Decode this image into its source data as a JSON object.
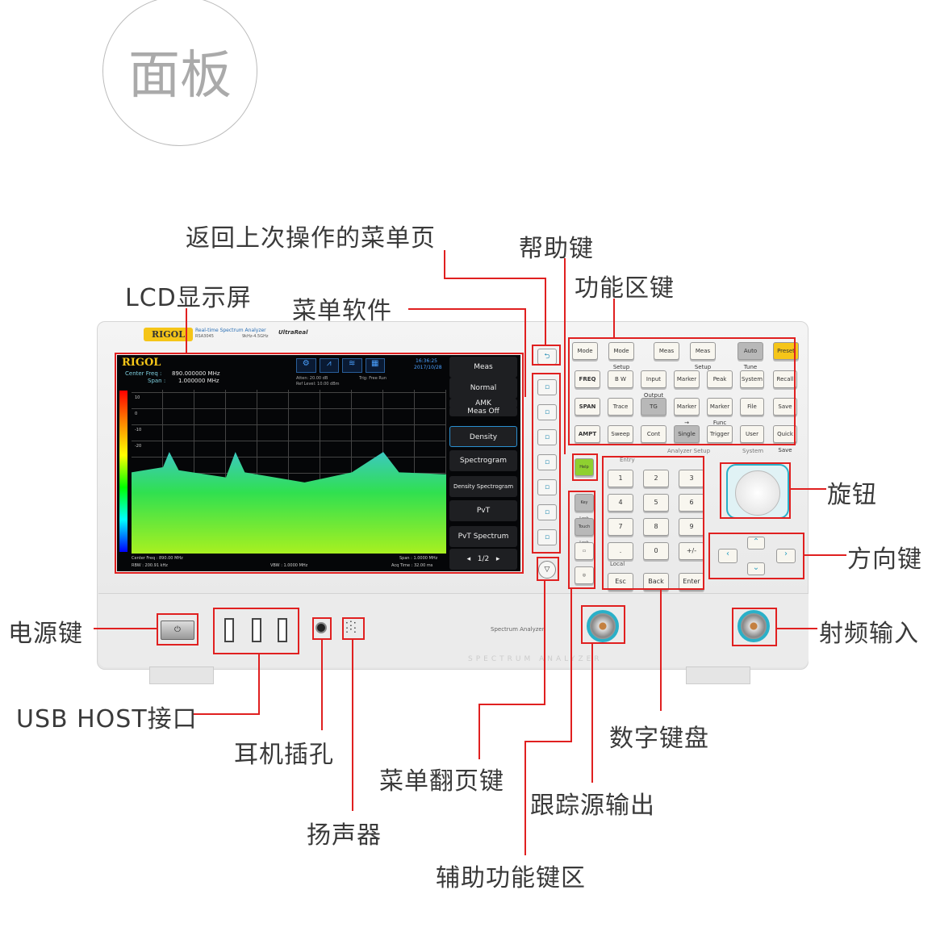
{
  "title": "面板",
  "callouts": {
    "back": "返回上次操作的菜单页",
    "help": "帮助键",
    "function": "功能区键",
    "lcd": "LCD显示屏",
    "softkeys": "菜单软件",
    "knob": "旋钮",
    "arrows": "方向键",
    "power": "电源键",
    "rf_in": "射频输入",
    "usb": "USB HOST接口",
    "headphone": "耳机插孔",
    "speaker": "扬声器",
    "page_keys": "菜单翻页键",
    "numpad": "数字键盘",
    "tg_out": "跟踪源输出",
    "aux": "辅助功能键区"
  },
  "instrument": {
    "brand": "RIGOL",
    "subtitle": "Real-time Spectrum Analyzer",
    "model": "RSA3045",
    "range": "9kHz-4.5GHz",
    "series": "UltraReal",
    "panel_text": "Spectrum Analyzer",
    "bottom_text": "SPECTRUM ANALYZER"
  },
  "screen": {
    "logo": "RIGOL",
    "center_freq_label": "Center Freq :",
    "center_freq": "890.000000 MHz",
    "span_label": "Span :",
    "span": "1.000000 MHz",
    "time": "16:36:25",
    "date": "2017/10/28",
    "atten": "Atten: 20.00 dB",
    "ref_level": "Ref Level: 10.00 dBm",
    "trig": "Trig: Free Run",
    "y_ticks": [
      "10",
      "0",
      "-10",
      "-20"
    ],
    "footer_left1": "Center Freq : 890.00 MHz",
    "footer_left2": "RBW : 200.91 kHz",
    "footer_mid": "VBW : 1.0000 MHz",
    "footer_right1": "Span : 1.0000 MHz",
    "footer_right2": "Acq Time : 32.00 ms",
    "softkeys": [
      "Meas",
      "Normal",
      "AMK",
      "Meas Off",
      "Density",
      "Spectrogram",
      "Density Spectrogram",
      "PvT",
      "PvT Spectrum"
    ],
    "page": "1/2"
  },
  "keys": {
    "top": [
      "Mode",
      "Mode Setup",
      "Meas",
      "Meas Setup",
      "Auto Tune",
      "Preset"
    ],
    "analyzer": [
      "FREQ",
      "B W",
      "Input Output",
      "Marker",
      "Peak",
      "SPAN",
      "Trace",
      "TG",
      "Marker →",
      "Marker Func",
      "AMPT",
      "Sweep",
      "Cont",
      "Single",
      "Trigger"
    ],
    "system": [
      "System",
      "Recall",
      "File",
      "Save",
      "User",
      "Quick Save"
    ],
    "analyzer_label": "Analyzer Setup",
    "system_label": "System",
    "entry_label": "Entry",
    "numpad": [
      "1",
      "2",
      "3",
      "4",
      "5",
      "6",
      "7",
      "8",
      "9",
      ".",
      "0",
      "+/-",
      "Esc",
      "Back",
      "Enter"
    ],
    "local_label": "Local",
    "aux": [
      "Help",
      "Key Lock",
      "Touch Lock",
      "▭",
      "◎"
    ]
  },
  "colors": {
    "callout_line": "#e02020",
    "accent": "#2ab0c8"
  }
}
